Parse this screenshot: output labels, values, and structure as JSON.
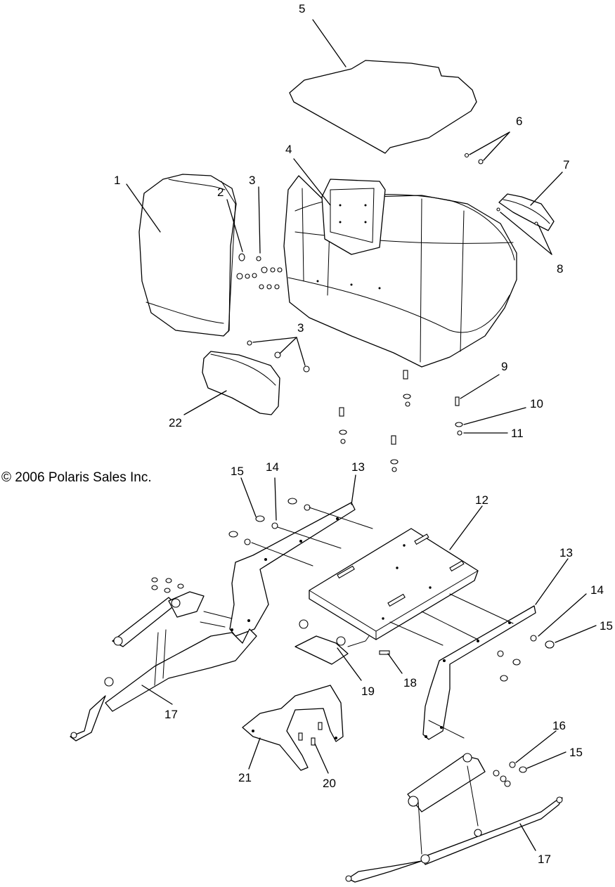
{
  "copyright": "© 2006 Polaris Sales Inc.",
  "callouts": {
    "c1": "1",
    "c2": "2",
    "c3a": "3",
    "c3b": "3",
    "c4": "4",
    "c5": "5",
    "c6": "6",
    "c7": "7",
    "c8": "8",
    "c9": "9",
    "c10": "10",
    "c11": "11",
    "c12": "12",
    "c13a": "13",
    "c13b": "13",
    "c14a": "14",
    "c14b": "14",
    "c15a": "15",
    "c15b": "15",
    "c15c": "15",
    "c16": "16",
    "c17a": "17",
    "c17b": "17",
    "c18": "18",
    "c19": "19",
    "c20": "20",
    "c21": "21",
    "c22": "22"
  }
}
